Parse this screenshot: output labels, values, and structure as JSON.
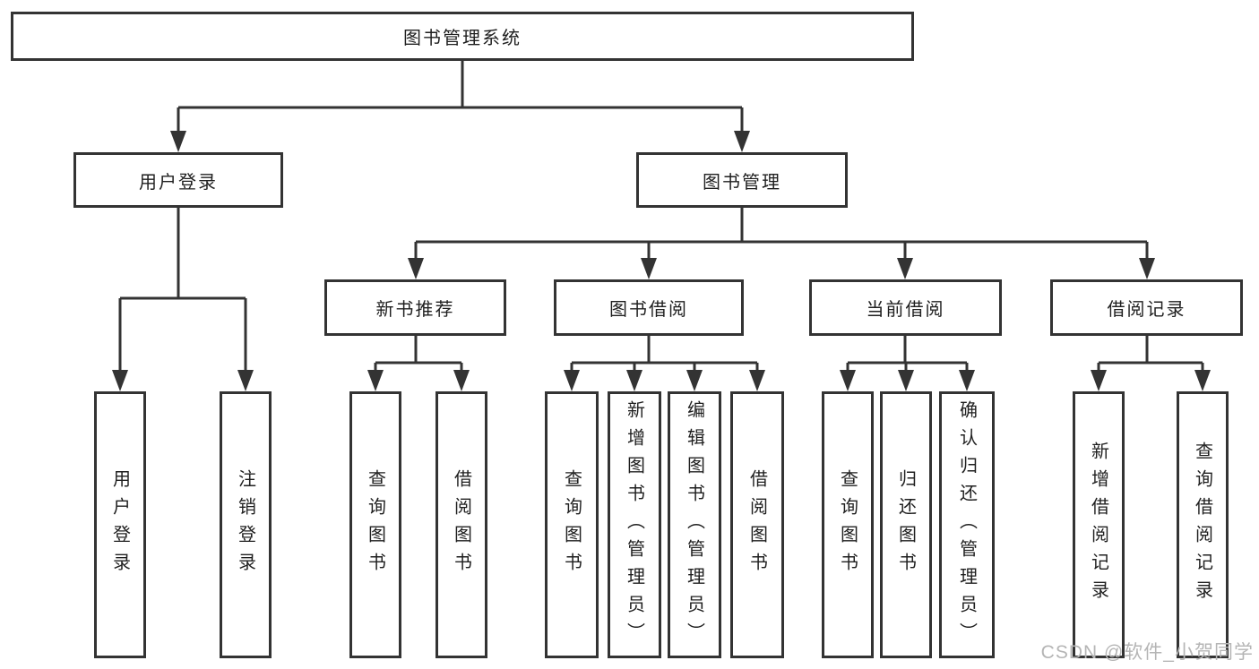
{
  "diagram": {
    "root": {
      "label": "图书管理系统"
    },
    "level2": [
      {
        "label": "用户登录"
      },
      {
        "label": "图书管理"
      }
    ],
    "level3": [
      {
        "label": "新书推荐"
      },
      {
        "label": "图书借阅"
      },
      {
        "label": "当前借阅"
      },
      {
        "label": "借阅记录"
      }
    ],
    "leaves": {
      "user_login": [
        "用户登录",
        "注销登录"
      ],
      "new_book_recommend": [
        "查询图书",
        "借阅图书"
      ],
      "book_borrow": [
        "查询图书",
        "新增图书（管理员）",
        "编辑图书（管理员）",
        "借阅图书"
      ],
      "current_borrow": [
        "查询图书",
        "归还图书",
        "确认归还（管理员）"
      ],
      "borrow_records": [
        "新增借阅记录",
        "查询借阅记录"
      ]
    }
  },
  "watermark": {
    "text": "CSDN @软件_小贺同学"
  },
  "colors": {
    "line": "#333333",
    "text": "#1f1f1f",
    "background": "#ffffff",
    "watermark": "#b5b5b5"
  }
}
